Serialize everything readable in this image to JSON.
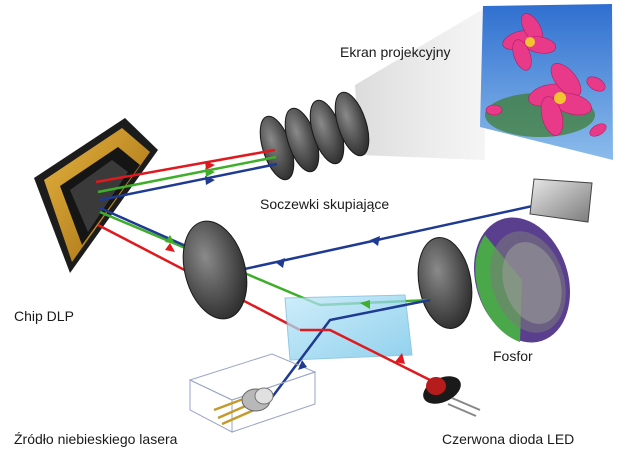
{
  "labels": {
    "projection_screen": "Ekran projekcyjny",
    "condenser_lenses": "Soczewki skupiające",
    "dlp_chip": "Chip DLP",
    "phosphor": "Fosfor",
    "blue_laser_source": "Źródło niebieskiego lasera",
    "red_led": "Czerwona dioda LED"
  },
  "colors": {
    "red_beam": "#e0191e",
    "green_beam": "#3fae2a",
    "blue_beam": "#1f3a93",
    "chip_gold": "#c98f1a",
    "prism_cyan": "#8fd3ef",
    "phosphor_green": "#4aa84a",
    "phosphor_purple": "#5a3f8f"
  },
  "icons": [
    "dlp-chip-icon",
    "lens-icon",
    "mirror-icon",
    "prism-icon",
    "laser-icon",
    "led-icon",
    "phosphor-wheel-icon",
    "flower-image-icon"
  ]
}
